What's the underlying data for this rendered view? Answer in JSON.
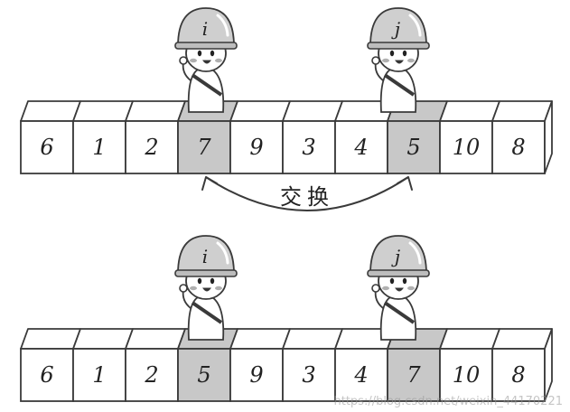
{
  "rows": [
    {
      "values": [
        "6",
        "1",
        "2",
        "7",
        "9",
        "3",
        "4",
        "5",
        "10",
        "8"
      ],
      "highlight": [
        3,
        7
      ]
    },
    {
      "values": [
        "6",
        "1",
        "2",
        "5",
        "9",
        "3",
        "4",
        "7",
        "10",
        "8"
      ],
      "highlight": [
        3,
        7
      ]
    }
  ],
  "markers": {
    "left": "i",
    "right": "j"
  },
  "swap_label": "交换",
  "colors": {
    "stroke": "#3a3a3a",
    "cell": "#ffffff",
    "highlight": "#c8c8c8",
    "text": "#222222"
  },
  "watermark": "https://blog.csdn.net/weixin_44170221"
}
